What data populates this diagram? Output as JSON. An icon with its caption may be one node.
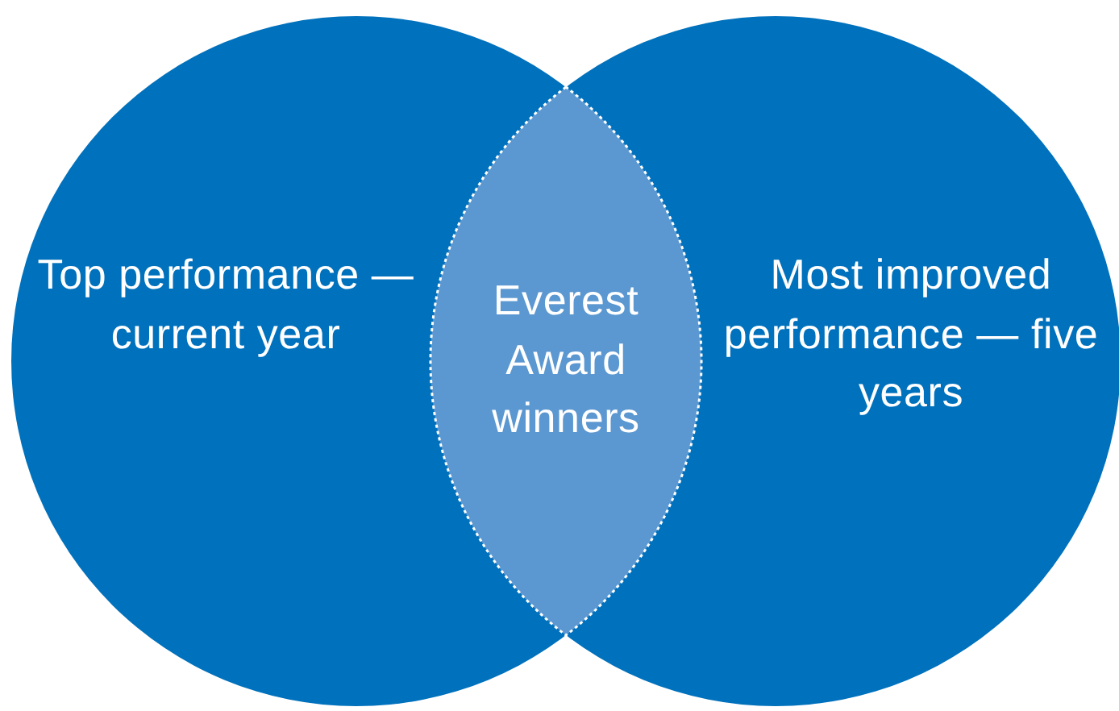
{
  "diagram": {
    "nodes": [
      {
        "text": [
          "Top performance — current year"
        ]
      },
      {
        "text": [
          "Most improved performance — five years"
        ]
      },
      {
        "text": [
          "Everest Award winners"
        ]
      }
    ]
  }
}
